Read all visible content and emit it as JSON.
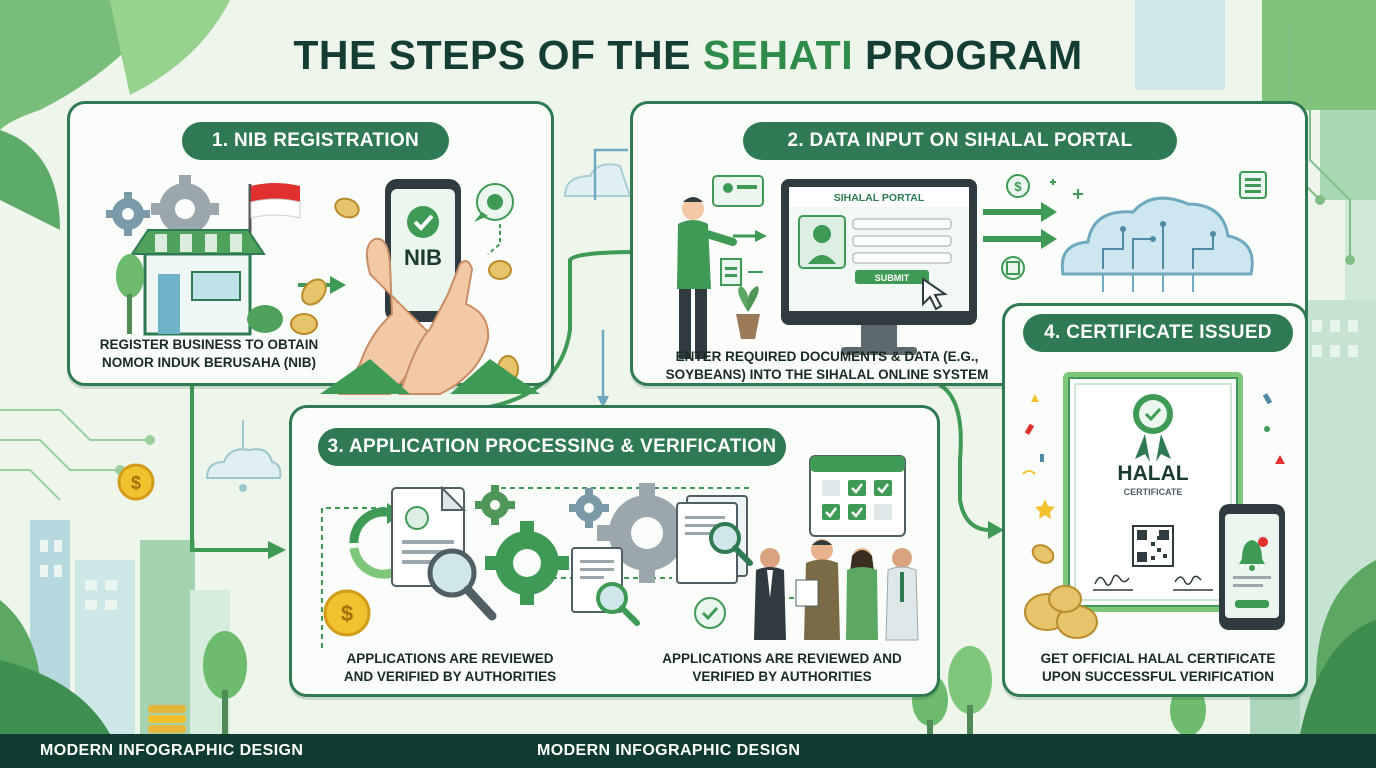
{
  "title": {
    "prefix": "THE STEPS OF THE ",
    "highlight": "SEHATI",
    "suffix": " PROGRAM"
  },
  "steps": [
    {
      "label": "1. NIB REGISTRATION",
      "caption_lines": [
        "REGISTER BUSINESS TO OBTAIN",
        "NOMOR INDUK BERUSAHA (NIB)"
      ],
      "phone_text": "NIB"
    },
    {
      "label": "2. DATA INPUT ON SIHALAL PORTAL",
      "caption_lines": [
        "ENTER REQUIRED DOCUMENTS & DATA (E.G.,",
        "SOYBEANS) INTO THE SIHALAL ONLINE SYSTEM"
      ],
      "portal_title": "SIHALAL PORTAL",
      "submit_label": "SUBMIT"
    },
    {
      "label": "3. APPLICATION PROCESSING & VERIFICATION",
      "caption_left_lines": [
        "APPLICATIONS ARE REVIEWED",
        "AND VERIFIED BY AUTHORITIES"
      ],
      "caption_right_lines": [
        "APPLICATIONS ARE REVIEWED AND",
        "VERIFIED BY AUTHORITIES"
      ]
    },
    {
      "label": "4. CERTIFICATE ISSUED",
      "caption_lines": [
        "GET OFFICIAL HALAL CERTIFICATE",
        "UPON SUCCESSFUL VERIFICATION"
      ],
      "cert_title": "HALAL",
      "cert_subtitle": "CERTIFICATE"
    }
  ],
  "footer": {
    "left": "MODERN INFOGRAPHIC DESIGN",
    "center": "MODERN INFOGRAPHIC DESIGN"
  },
  "colors": {
    "primary": "#2f7a52",
    "accent": "#3f9a55",
    "dark": "#0f3b30",
    "background": "#eef6ec",
    "gold": "#f2c12e"
  }
}
